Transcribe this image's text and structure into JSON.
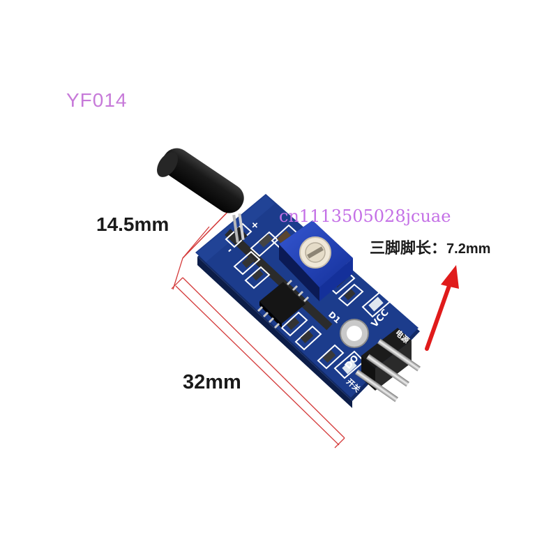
{
  "product": {
    "model": "YF014",
    "watermark": "cn1113505028jcuae"
  },
  "dimensions": {
    "height_label": "14.5mm",
    "length_label": "32mm",
    "pin_length_label": "三脚脚长：",
    "pin_length_value": "7.2mm"
  },
  "board_silkscreen": {
    "vcc": "VCC",
    "do": "DO",
    "power_cn": "电源",
    "switch_cn": "开关",
    "d1": "D1",
    "plus": "+",
    "minus": "-"
  },
  "colors": {
    "pcb": "#1c3c8c",
    "pot": "#1d3fb5",
    "arrow": "#e01b1b",
    "dim_lines": "#d43a3a",
    "model_text": "#c77ad9"
  }
}
